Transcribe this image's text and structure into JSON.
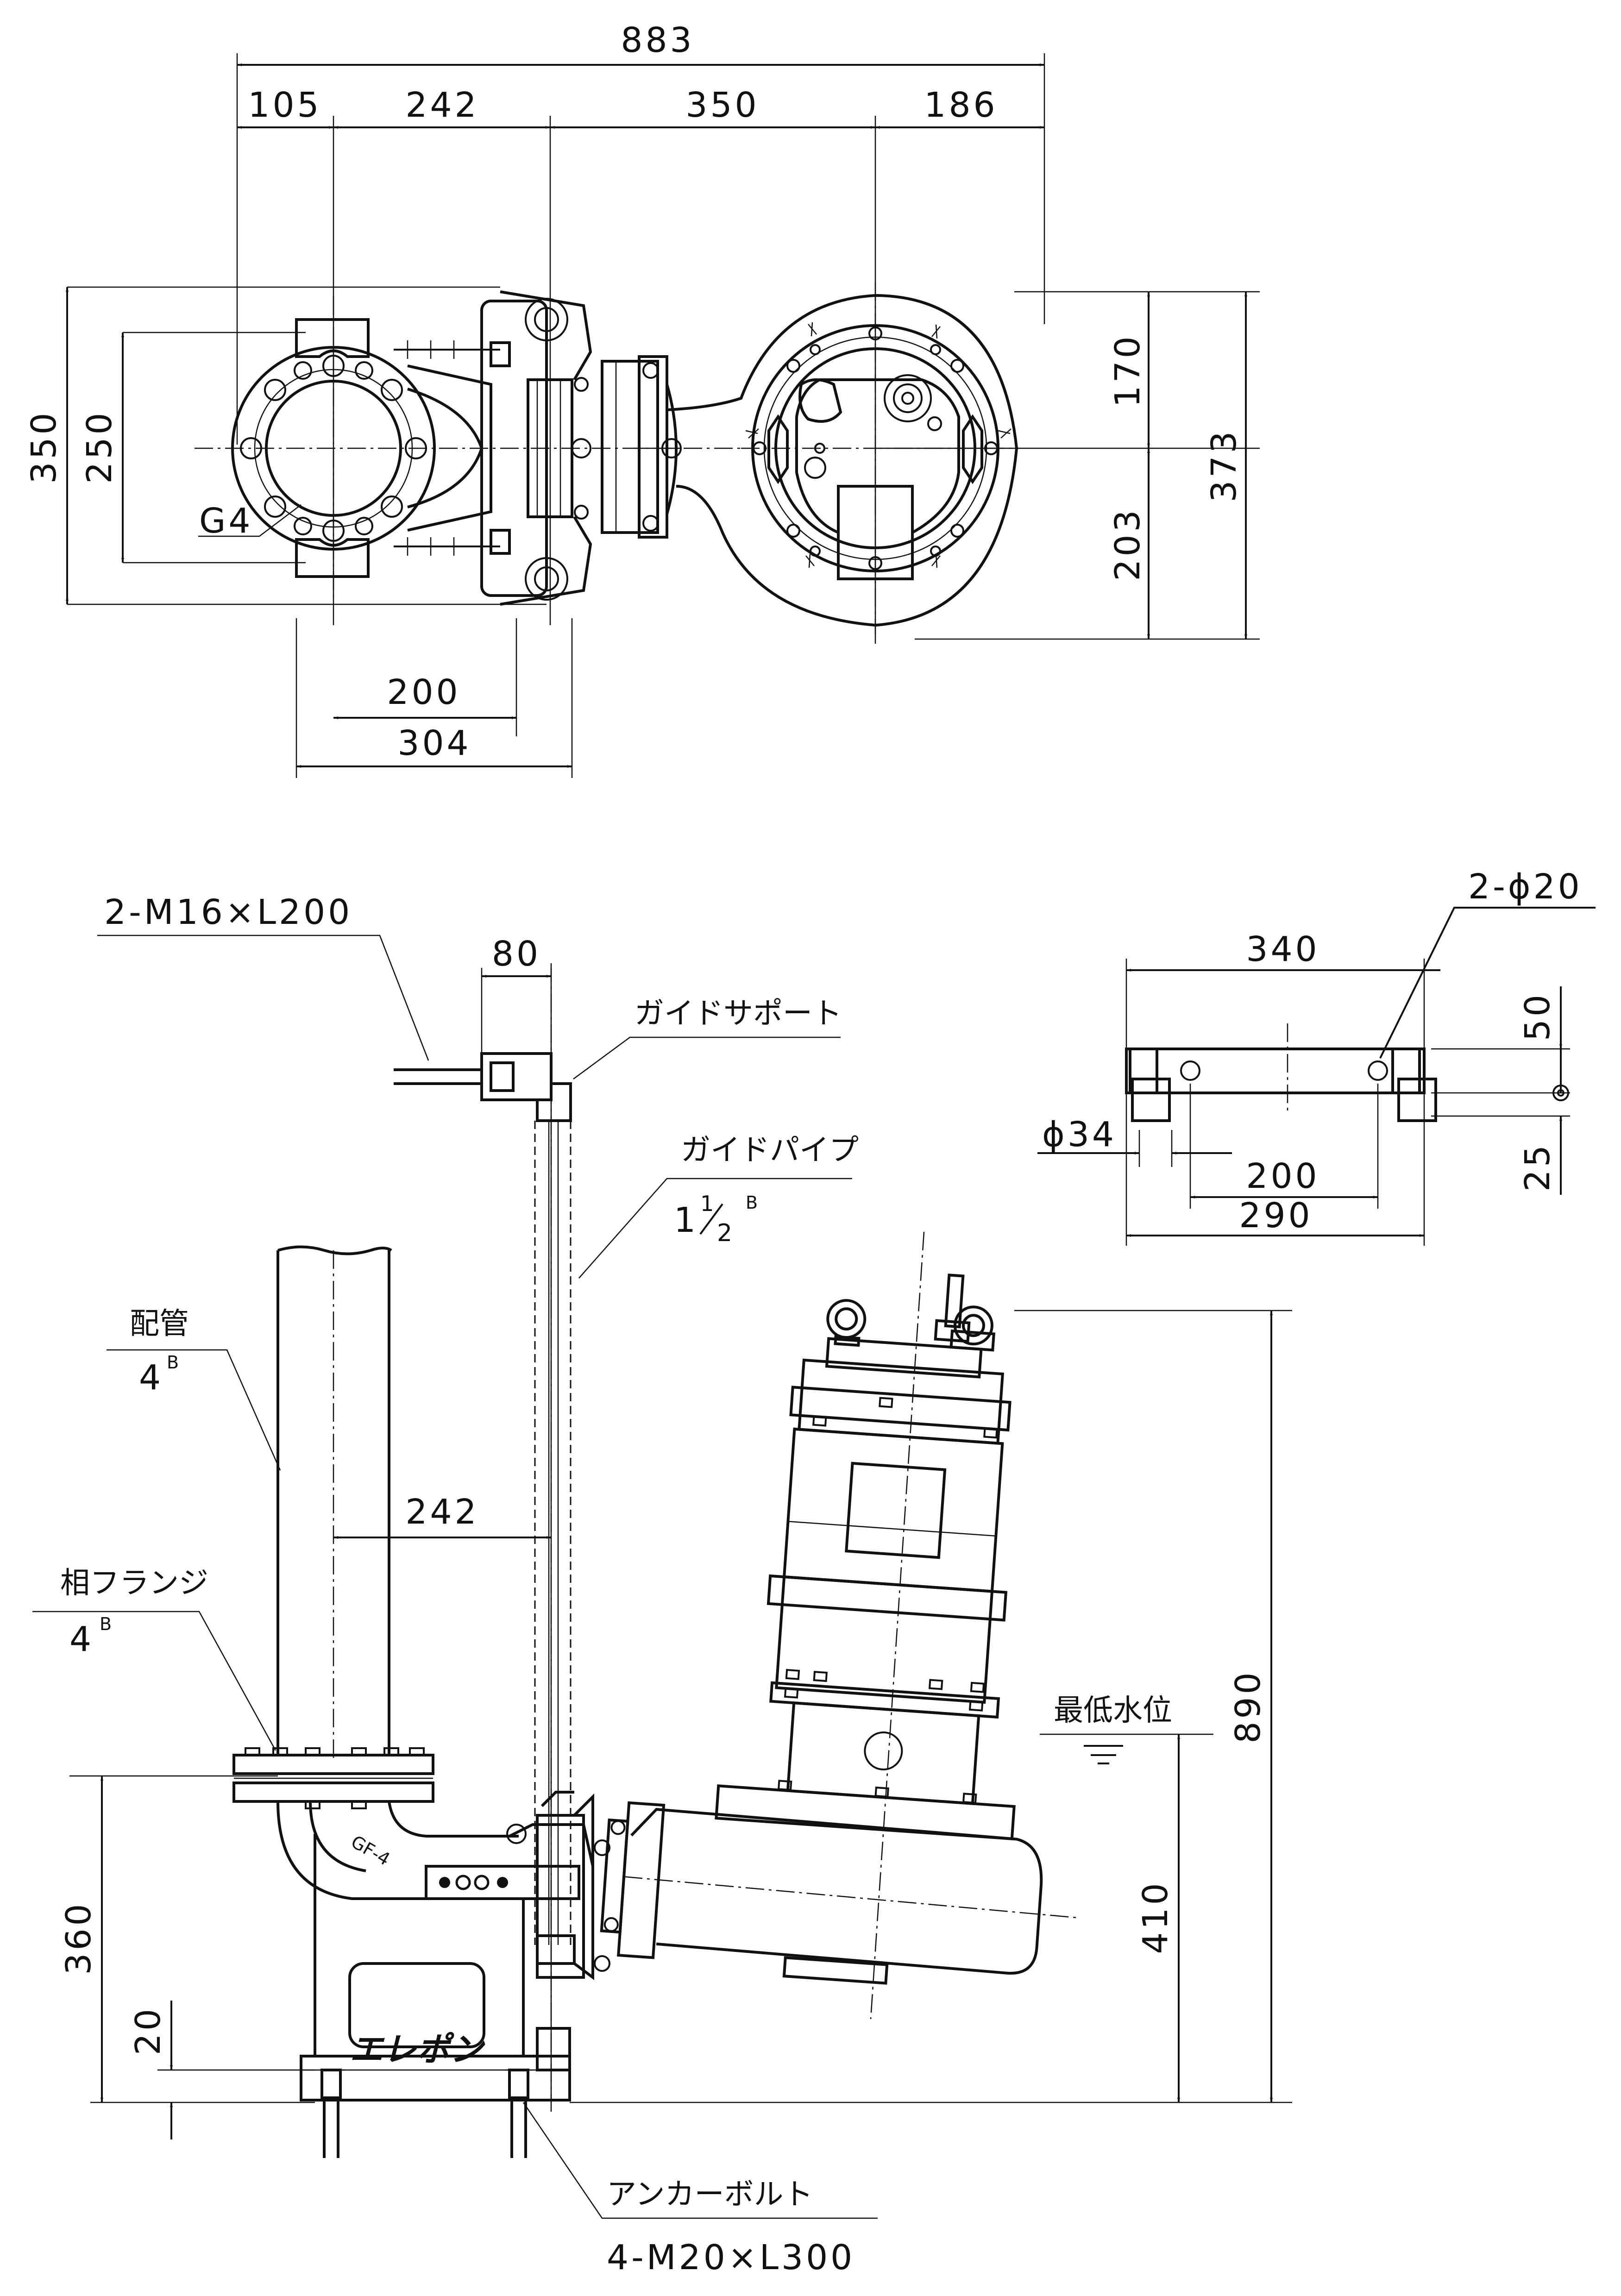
{
  "plan_view": {
    "dimensions": {
      "overall_width": "883",
      "seg_1": "105",
      "seg_2": "242",
      "seg_3": "350",
      "seg_4": "186",
      "overall_depth": "350",
      "flange_span": "250",
      "right_upper": "170",
      "right_total": "373",
      "right_lower": "203",
      "base_200": "200",
      "base_304": "304"
    },
    "flange_label": "G4"
  },
  "base_detail": {
    "bolt_holes": "2-ϕ20",
    "width_340": "340",
    "height_50": "50",
    "pipe_dia": "ϕ34",
    "pitch_200": "200",
    "width_290": "290",
    "height_25": "25"
  },
  "elevation": {
    "top_bolt": "2-M16×L200",
    "support_width": "80",
    "guide_support": "ガイドサポート",
    "guide_pipe": "ガイドパイプ",
    "guide_pipe_size_whole": "1",
    "guide_pipe_size_num": "1",
    "guide_pipe_size_den": "2",
    "guide_pipe_size_sup": "B",
    "piping": "配管",
    "piping_size": "4",
    "piping_size_sup": "B",
    "pipe_gap": "242",
    "mating_flange": "相フランジ",
    "mating_flange_size": "4",
    "mating_flange_size_sup": "B",
    "elbow_mark": "GF-4",
    "brand": "エレポン",
    "min_water_level": "最低水位",
    "height_890": "890",
    "height_410": "410",
    "height_360": "360",
    "height_20": "20",
    "anchor_bolt": "アンカーボルト",
    "anchor_bolt_spec": "4-M20×L300"
  }
}
